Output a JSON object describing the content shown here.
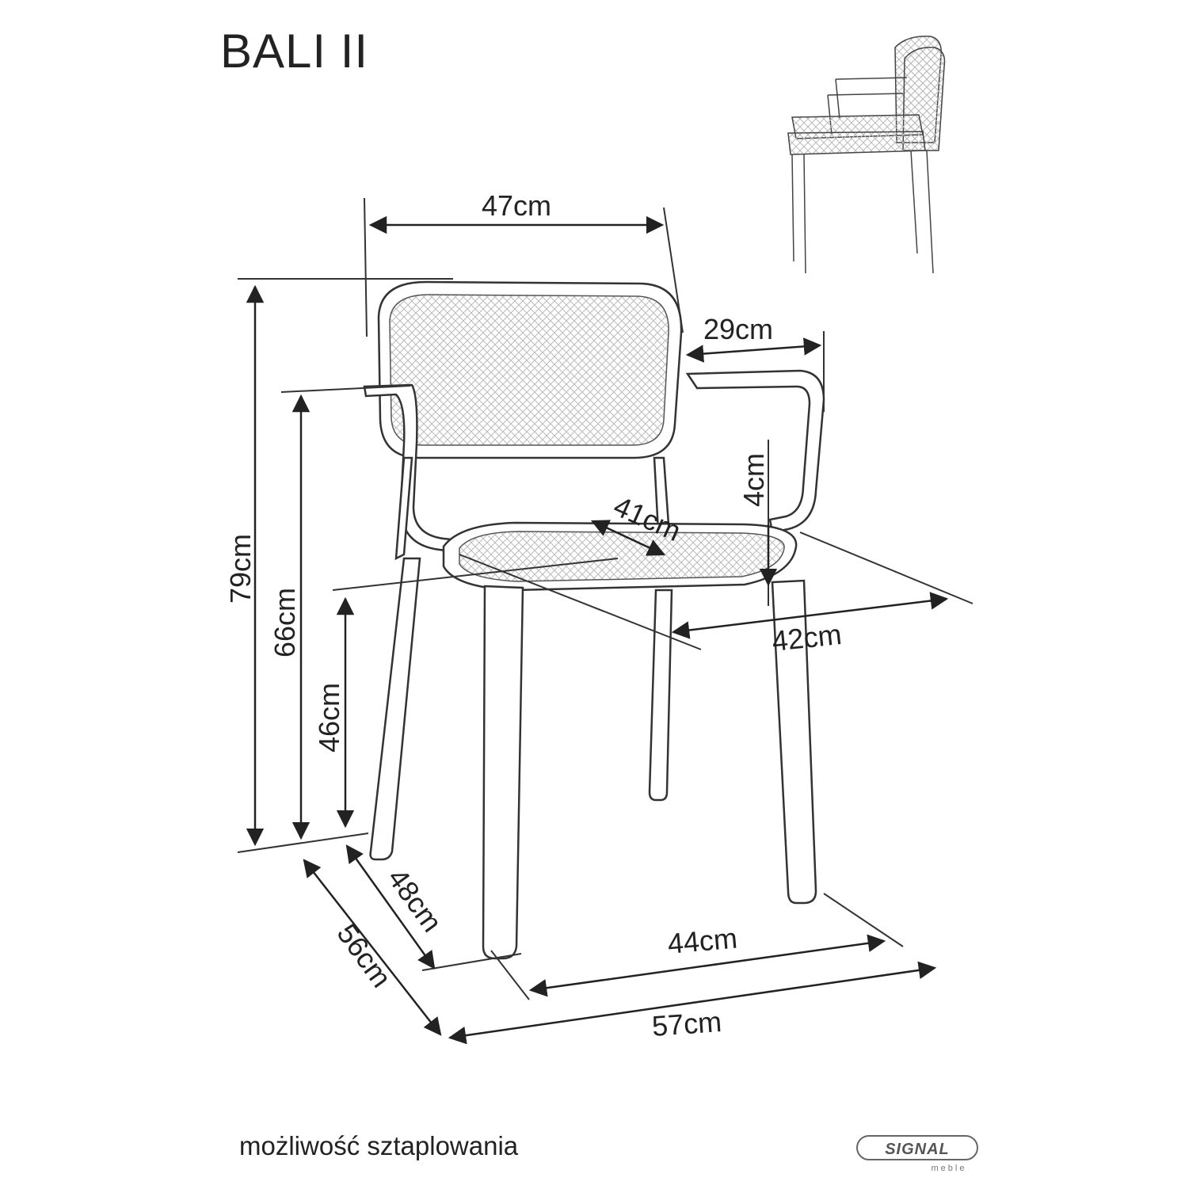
{
  "title": "BALI II",
  "caption": "możliwość sztaplowania",
  "logo": {
    "brand": "SIGNAL",
    "sub": "meble"
  },
  "dimensions": {
    "backrest_width": "47cm",
    "armrest_depth": "29cm",
    "seat_depth": "41cm",
    "seat_thickness": "4cm",
    "seat_width": "42cm",
    "total_height": "79cm",
    "armrest_height": "66cm",
    "seat_height": "46cm",
    "leg_depth": "48cm",
    "total_depth": "56cm",
    "leg_width": "44cm",
    "total_width": "57cm"
  },
  "colors": {
    "ink": "#222222",
    "background": "#ffffff"
  }
}
